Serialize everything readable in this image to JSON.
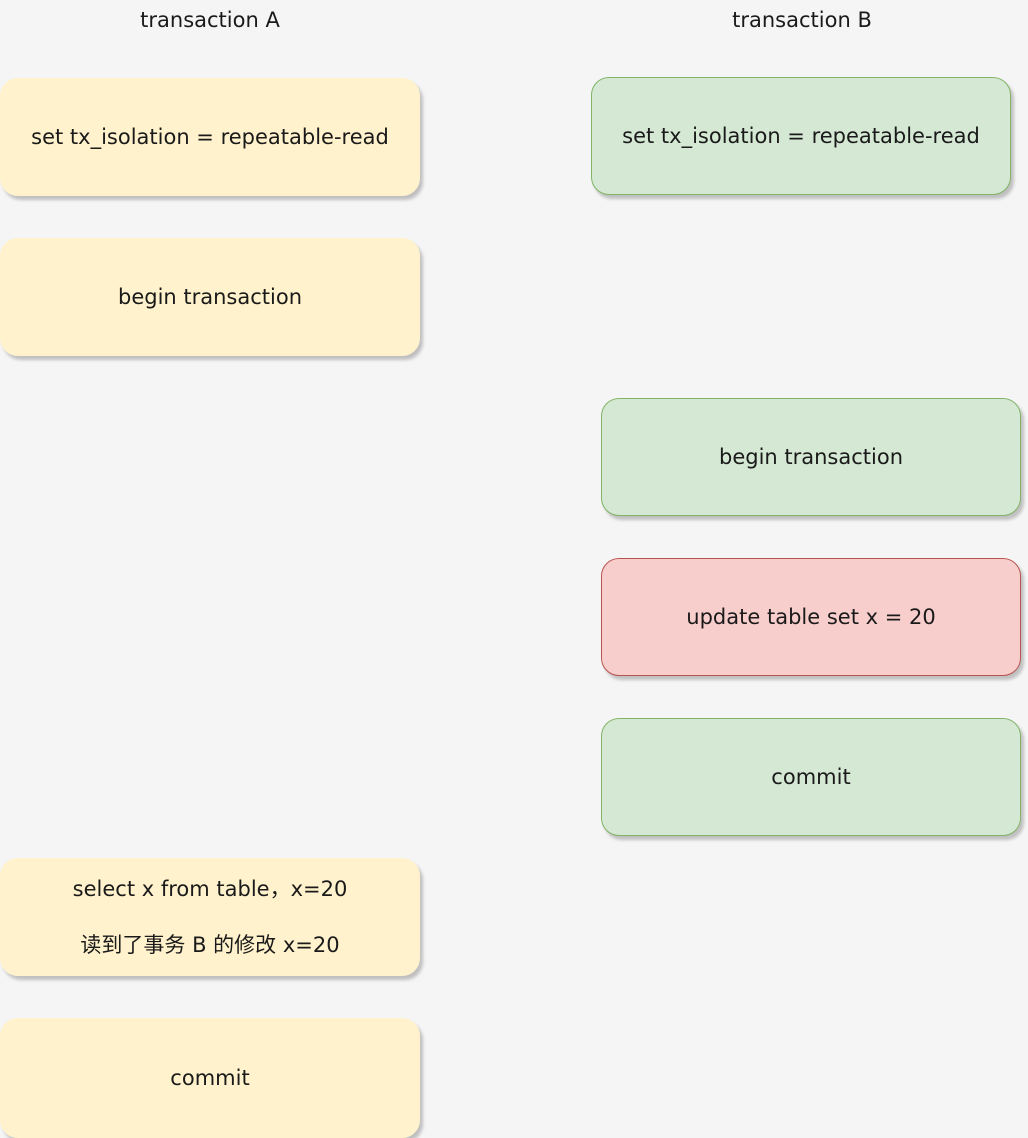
{
  "columns": {
    "a_title": "transaction A",
    "b_title": "transaction B"
  },
  "transaction_a": {
    "set_isolation": "set tx_isolation = repeatable-read",
    "begin": "begin transaction",
    "select_line1": "select x from table，x=20",
    "select_line2": "读到了事务 B 的修改 x=20",
    "commit": "commit"
  },
  "transaction_b": {
    "set_isolation": "set tx_isolation = repeatable-read",
    "begin": "begin transaction",
    "update": "update table set x = 20",
    "commit": "commit"
  },
  "colors": {
    "a_fill": "#fff2cc",
    "b_fill": "#d5e8d4",
    "b_stroke": "#82b366",
    "update_fill": "#f8cecc",
    "update_stroke": "#b85450",
    "background": "#f5f5f5"
  }
}
